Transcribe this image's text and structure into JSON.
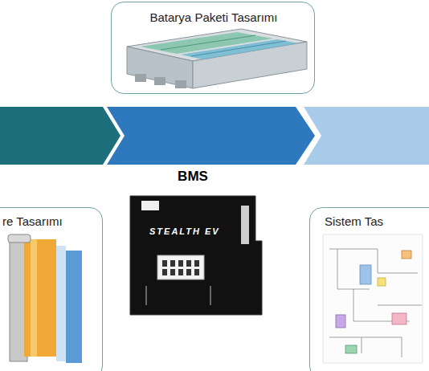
{
  "diagram": {
    "nodes": [
      {
        "text": [
          "Batarya Paketi Tasarımı"
        ]
      },
      {
        "text": [
          "re Tasarımı"
        ]
      },
      {
        "text": [
          "Sistem Tas"
        ]
      }
    ],
    "labels": [
      "BMS",
      "STEALTH EV"
    ]
  }
}
